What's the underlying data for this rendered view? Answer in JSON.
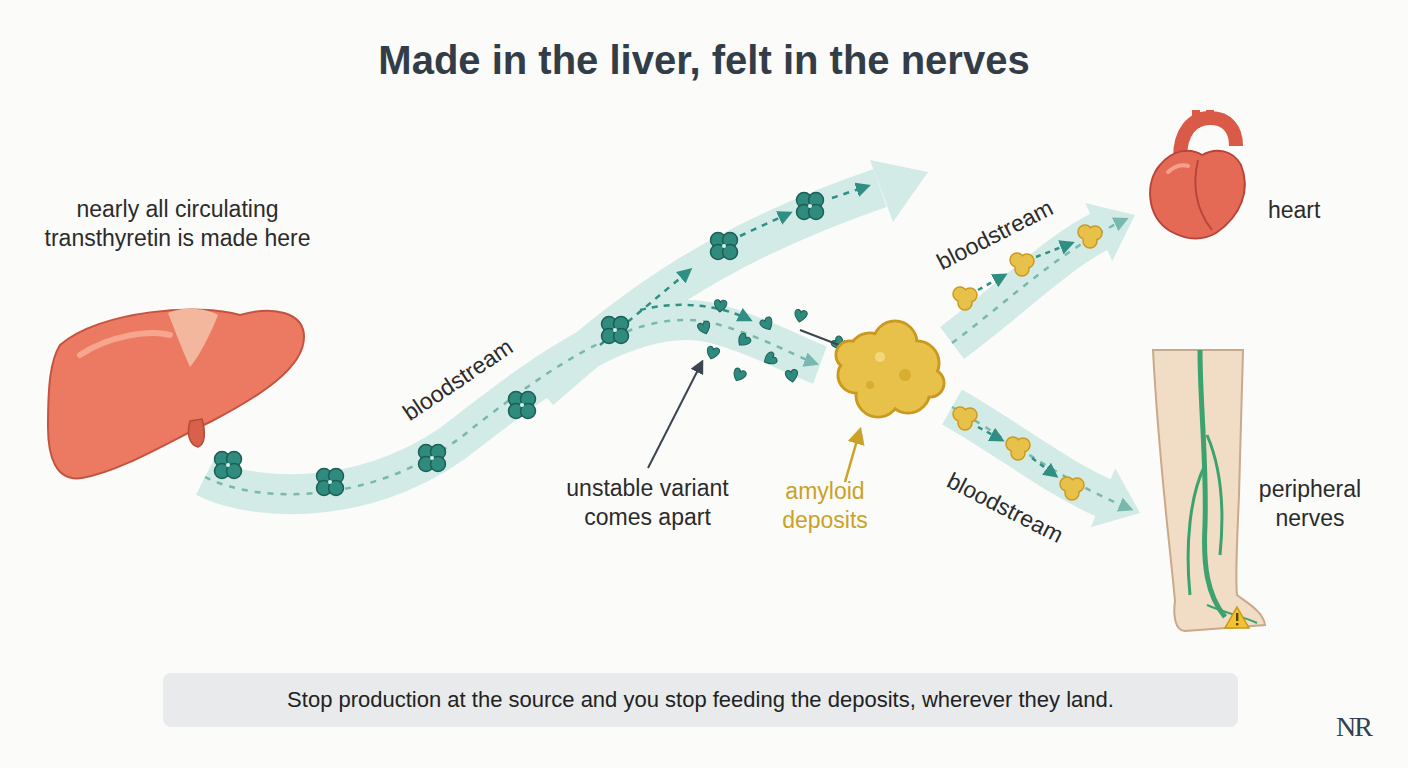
{
  "diagram": {
    "title": "Made in the liver, felt in the nerves",
    "caption": "Stop production at the source and you stop feeding the deposits, wherever they land.",
    "nodes": [
      {
        "text": [
          "nearly all circulating transthyretin is made here"
        ]
      },
      {
        "text": [
          "amyloid deposits"
        ]
      },
      {
        "text": [
          "heart"
        ]
      },
      {
        "text": [
          "peripheral nerves"
        ]
      }
    ],
    "edges": [
      {
        "from": 0,
        "to": 1,
        "label": "bloodstream",
        "arrow": "to"
      },
      {
        "from": 1,
        "to": 2,
        "label": "bloodstream",
        "arrow": "to"
      },
      {
        "from": 1,
        "to": 3,
        "label": "bloodstream",
        "arrow": "to"
      }
    ],
    "labels": [
      "unstable variant comes apart",
      "NR"
    ]
  }
}
